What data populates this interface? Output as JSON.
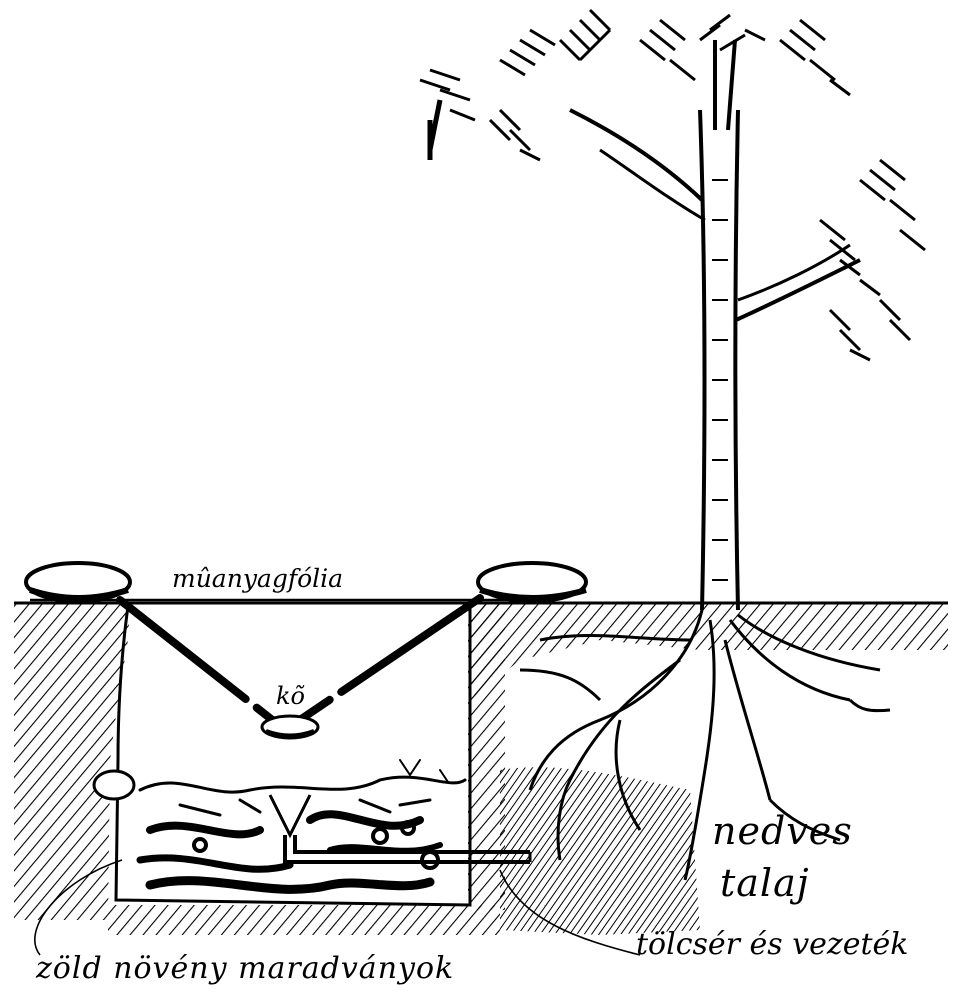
{
  "labels": {
    "plastic_foil": "mûanyagfólia",
    "stone": "kõ",
    "moist_soil_line1": "nedves",
    "moist_soil_line2": "talaj",
    "funnel_and_pipe": "tölcsér és vezeték",
    "green_plant_residues": "zöld növény maradványok"
  },
  "colors": {
    "ink": "#000000",
    "paper": "#ffffff"
  },
  "icons": {
    "tree": "tree-icon",
    "stone": "stone-icon",
    "funnel": "funnel-icon"
  }
}
